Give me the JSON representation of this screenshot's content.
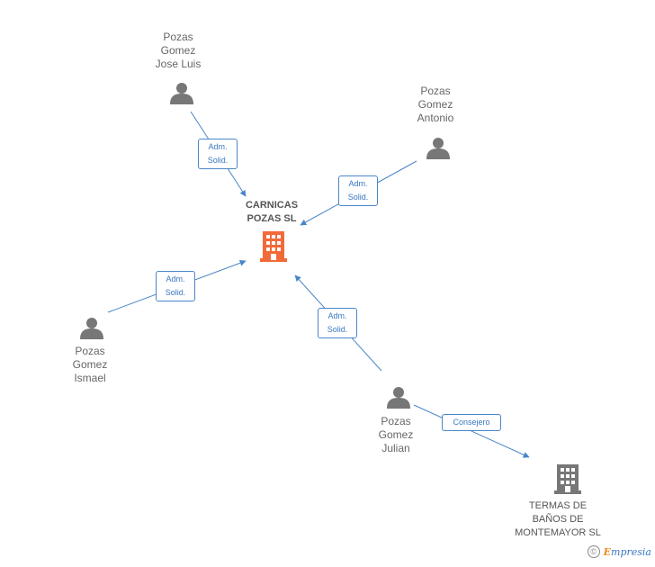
{
  "center": {
    "name_line1": "CARNICAS",
    "name_line2": "POZAS SL",
    "color": "#f26a3a"
  },
  "people": [
    {
      "line1": "Pozas",
      "line2": "Gomez",
      "line3": "Jose Luis"
    },
    {
      "line1": "Pozas",
      "line2": "Gomez",
      "line3": "Antonio"
    },
    {
      "line1": "Pozas",
      "line2": "Gomez",
      "line3": "Ismael"
    },
    {
      "line1": "Pozas",
      "line2": "Gomez",
      "line3": "Julian"
    }
  ],
  "company": {
    "line1": "TERMAS DE",
    "line2": "BAÑOS DE",
    "line3": "MONTEMAYOR SL",
    "color": "#777777"
  },
  "edges": [
    {
      "line1": "Adm.",
      "line2": "Solid."
    },
    {
      "line1": "Adm.",
      "line2": "Solid."
    },
    {
      "line1": "Adm.",
      "line2": "Solid."
    },
    {
      "line1": "Adm.",
      "line2": "Solid."
    },
    {
      "label": "Consejero"
    }
  ],
  "colors": {
    "edge": "#4a86c8",
    "person_icon": "#777777"
  },
  "footer": {
    "copyright_symbol": "©",
    "brand_initial": "E",
    "brand_rest": "mpresia"
  }
}
